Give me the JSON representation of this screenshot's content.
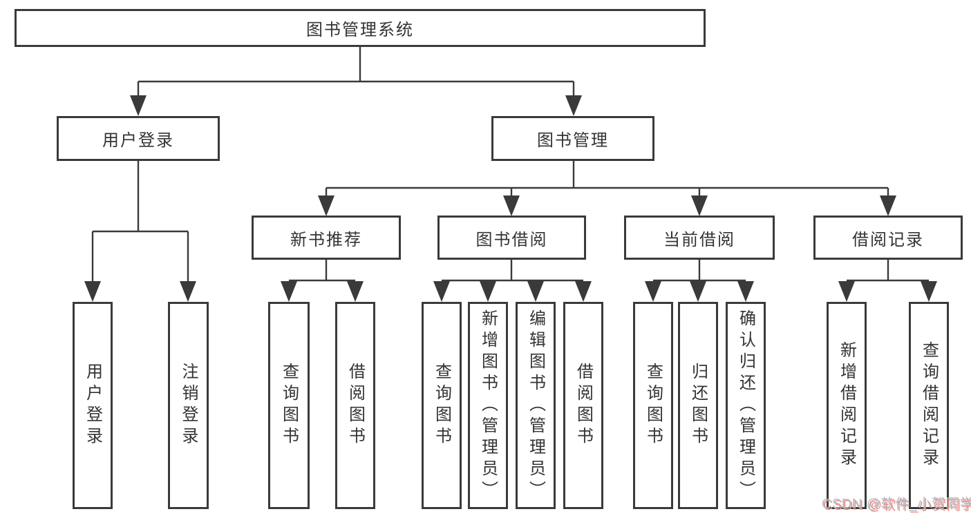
{
  "colors": {
    "line": "#3a3a3a",
    "box_border": "#3a3a3a",
    "text": "#333333",
    "watermark_text": "#b3bac1",
    "watermark_shadow": "#ef8e86"
  },
  "tree": {
    "label": "图书管理系统",
    "children": [
      {
        "label": "用户登录",
        "children": [
          {
            "label": "用户登录"
          },
          {
            "label": "注销登录"
          }
        ]
      },
      {
        "label": "图书管理",
        "children": [
          {
            "label": "新书推荐",
            "children": [
              {
                "label": "查询图书"
              },
              {
                "label": "借阅图书"
              }
            ]
          },
          {
            "label": "图书借阅",
            "children": [
              {
                "label": "查询图书"
              },
              {
                "label": "新增图书（管理员）"
              },
              {
                "label": "编辑图书（管理员）"
              },
              {
                "label": "借阅图书"
              }
            ]
          },
          {
            "label": "当前借阅",
            "children": [
              {
                "label": "查询图书"
              },
              {
                "label": "归还图书"
              },
              {
                "label": "确认归还（管理员）"
              }
            ]
          },
          {
            "label": "借阅记录",
            "children": [
              {
                "label": "新增借阅记录"
              },
              {
                "label": "查询借阅记录"
              }
            ]
          }
        ]
      }
    ]
  },
  "watermark": "CSDN @软件_小贺同学"
}
